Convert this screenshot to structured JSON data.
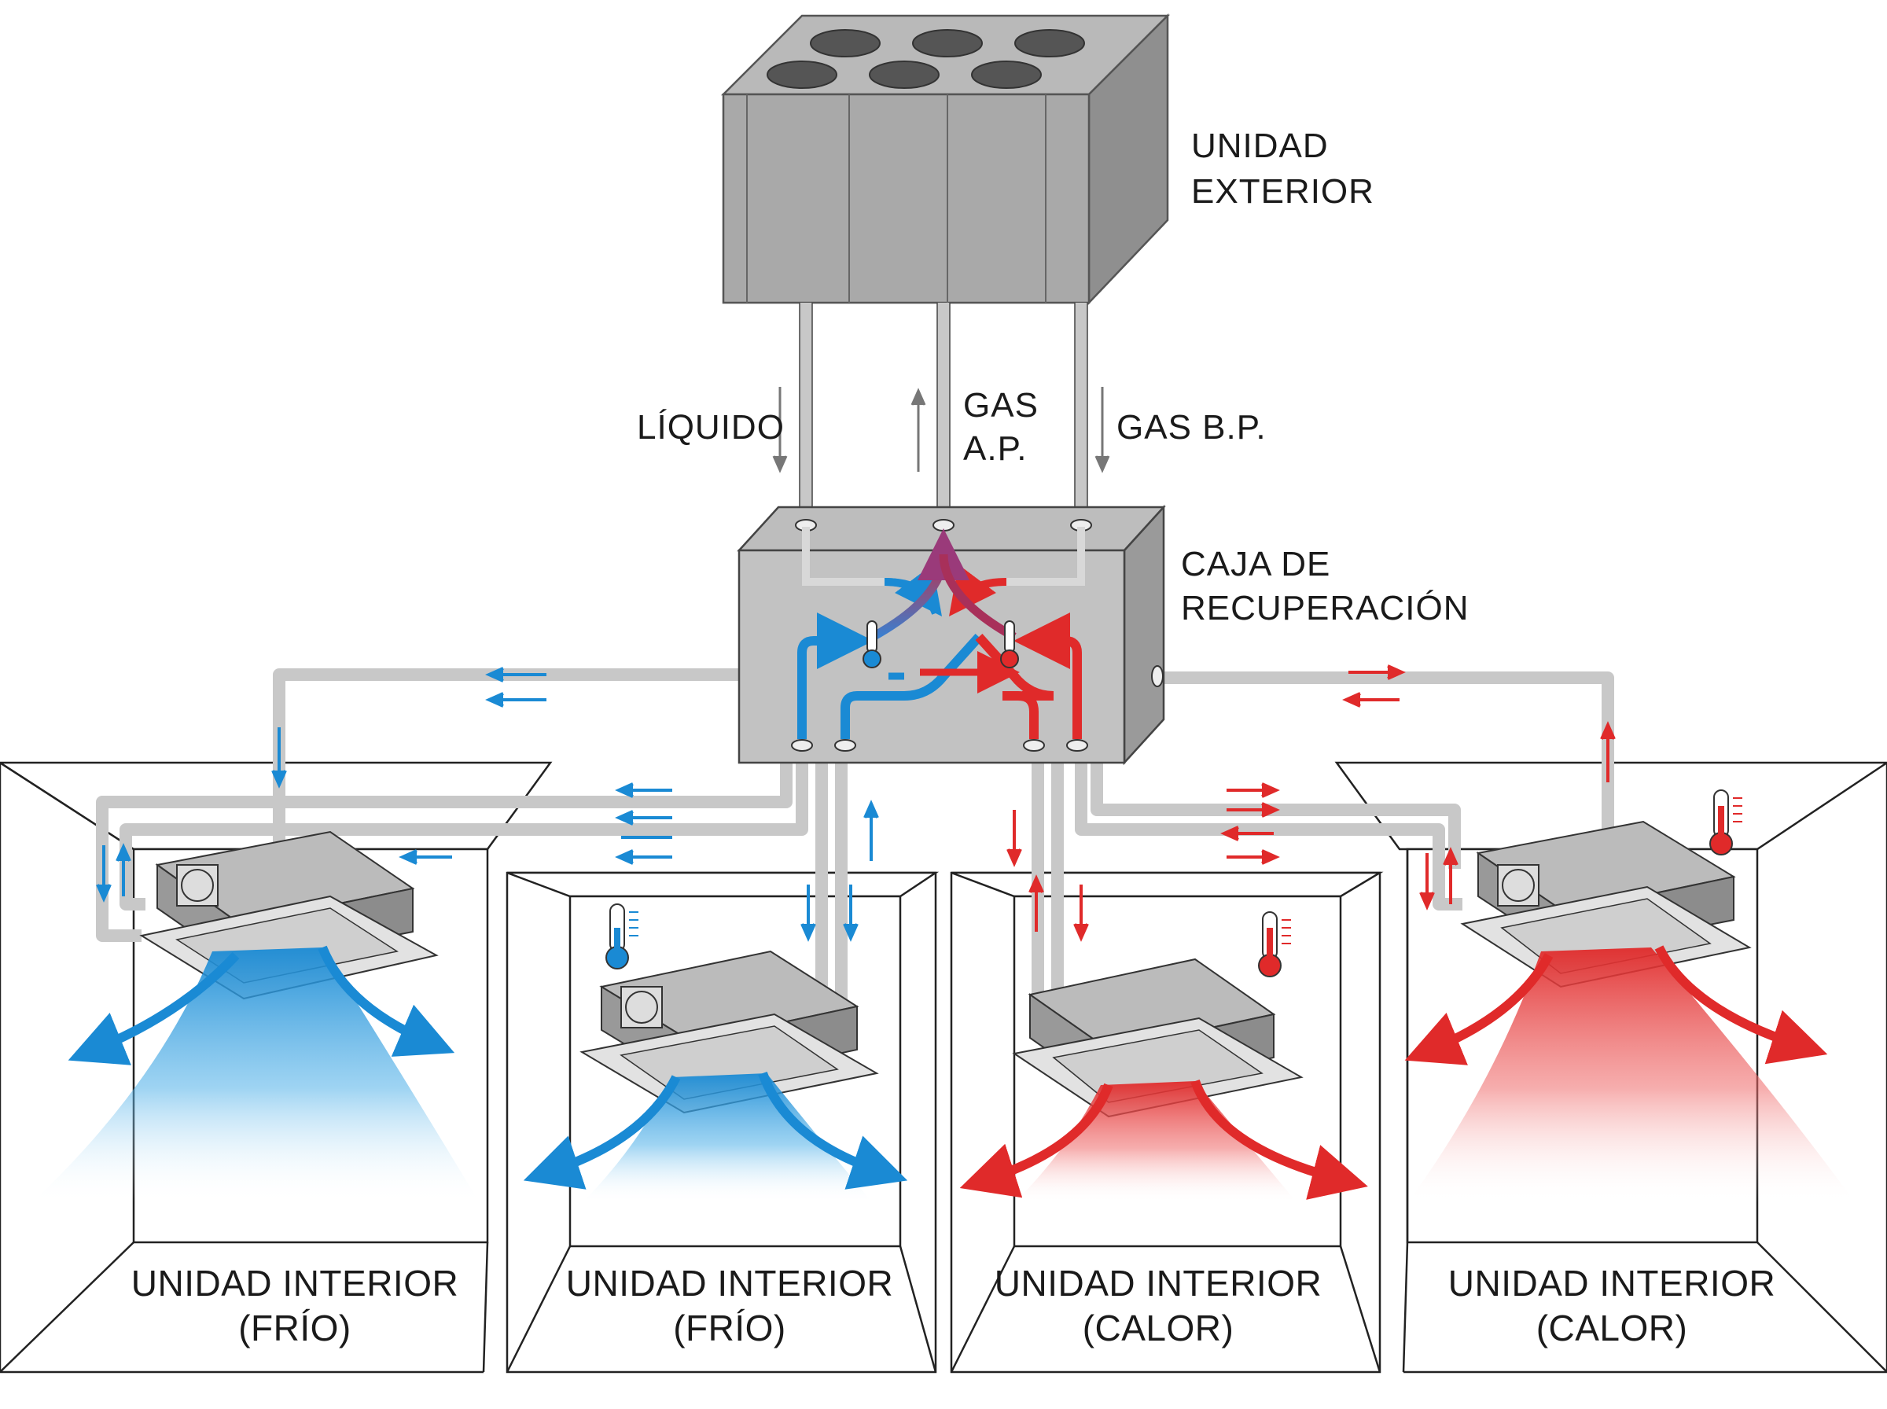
{
  "outdoor_unit": {
    "label_line1": "UNIDAD",
    "label_line2": "EXTERIOR"
  },
  "pipes": {
    "liquid_label": "LÍQUIDO",
    "gas_hp_line1": "GAS",
    "gas_hp_line2": "A.P.",
    "gas_lp_label": "GAS B.P."
  },
  "recovery_box": {
    "label_line1": "CAJA DE",
    "label_line2": "RECUPERACIÓN"
  },
  "indoor_units": [
    {
      "line1": "UNIDAD INTERIOR",
      "line2": "(FRÍO)",
      "mode": "cooling"
    },
    {
      "line1": "UNIDAD INTERIOR",
      "line2": "(FRÍO)",
      "mode": "cooling"
    },
    {
      "line1": "UNIDAD INTERIOR",
      "line2": "(CALOR)",
      "mode": "heating"
    },
    {
      "line1": "UNIDAD INTERIOR",
      "line2": "(CALOR)",
      "mode": "heating"
    }
  ],
  "colors": {
    "cold": "#1a8ad4",
    "hot": "#e02a2a",
    "pipe": "#c4c4c4",
    "unit": "#9a9a9a"
  }
}
